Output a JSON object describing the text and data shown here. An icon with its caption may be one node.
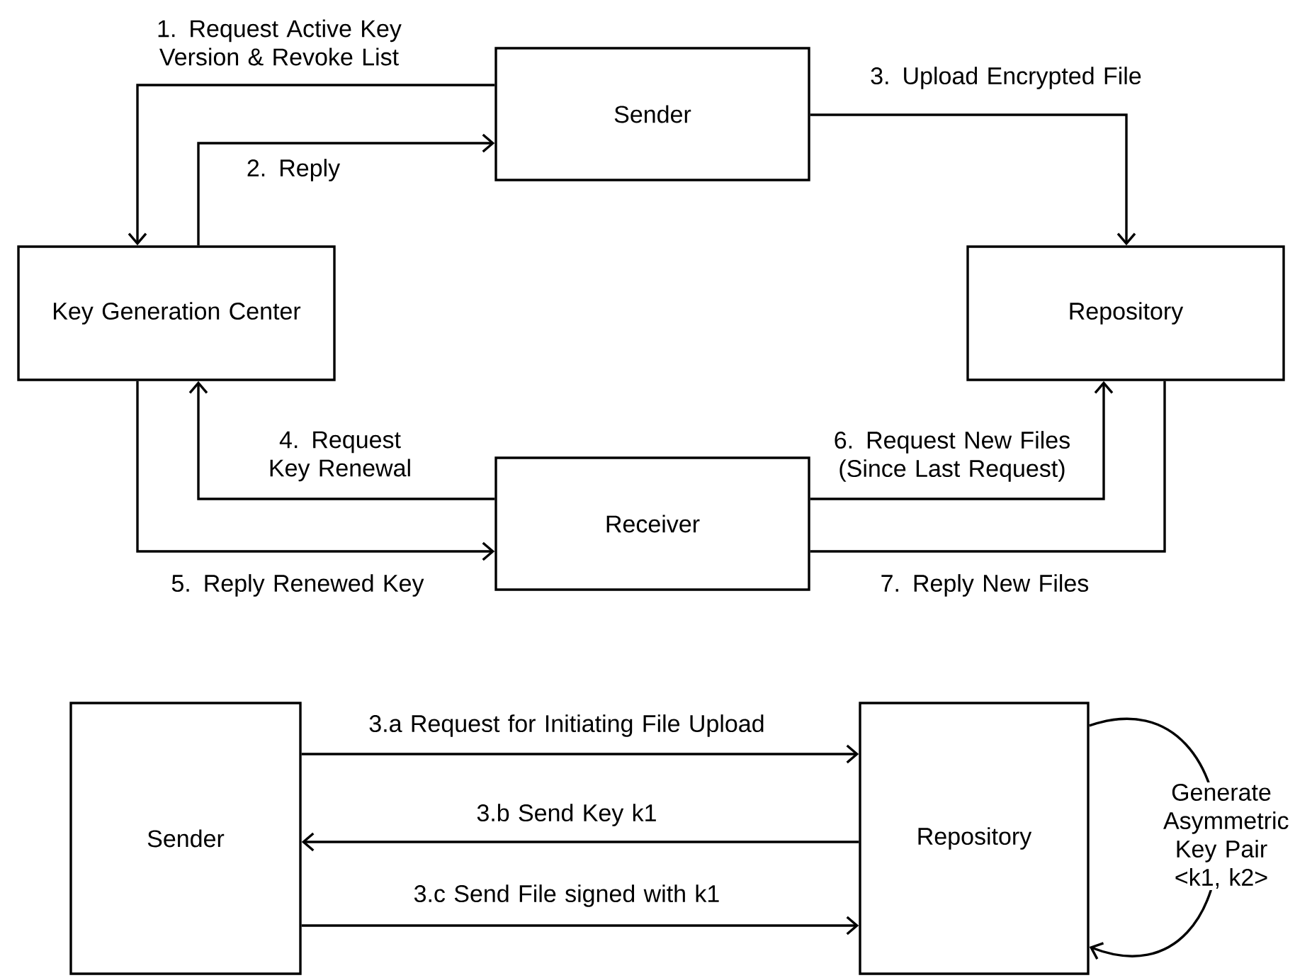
{
  "diagram": {
    "nodes": [
      {
        "text": [
          "Sender"
        ]
      },
      {
        "text": [
          "Key Generation Center"
        ]
      },
      {
        "text": [
          "Repository"
        ]
      },
      {
        "text": [
          "Receiver"
        ]
      },
      {
        "text": [
          "Sender"
        ]
      },
      {
        "text": [
          "Repository"
        ]
      }
    ],
    "edges": [
      {
        "from": 0,
        "to": 1,
        "arrow": "to",
        "label": "1. Request Active Key Version & Revoke List"
      },
      {
        "from": 1,
        "to": 0,
        "arrow": "to",
        "label": "2. Reply"
      },
      {
        "from": 0,
        "to": 2,
        "arrow": "to",
        "label": "3. Upload Encrypted File"
      },
      {
        "from": 3,
        "to": 1,
        "arrow": "to",
        "label": "4. Request Key Renewal"
      },
      {
        "from": 1,
        "to": 3,
        "arrow": "to",
        "label": "5. Reply Renewed Key"
      },
      {
        "from": 3,
        "to": 2,
        "arrow": "to",
        "label": "6. Request New Files (Since Last Request)"
      },
      {
        "from": 2,
        "to": 3,
        "arrow": "none",
        "label": "7. Reply New Files"
      },
      {
        "from": 4,
        "to": 5,
        "arrow": "to",
        "label": "3.a Request for Initiating File Upload"
      },
      {
        "from": 5,
        "to": 4,
        "arrow": "to",
        "label": "3.b Send Key k1"
      },
      {
        "from": 4,
        "to": 5,
        "arrow": "to",
        "label": "3.c Send File signed with k1"
      },
      {
        "from": 5,
        "to": 5,
        "arrow": "to",
        "label": "Generate Asymmetric Key Pair <k1, k2>"
      }
    ]
  }
}
